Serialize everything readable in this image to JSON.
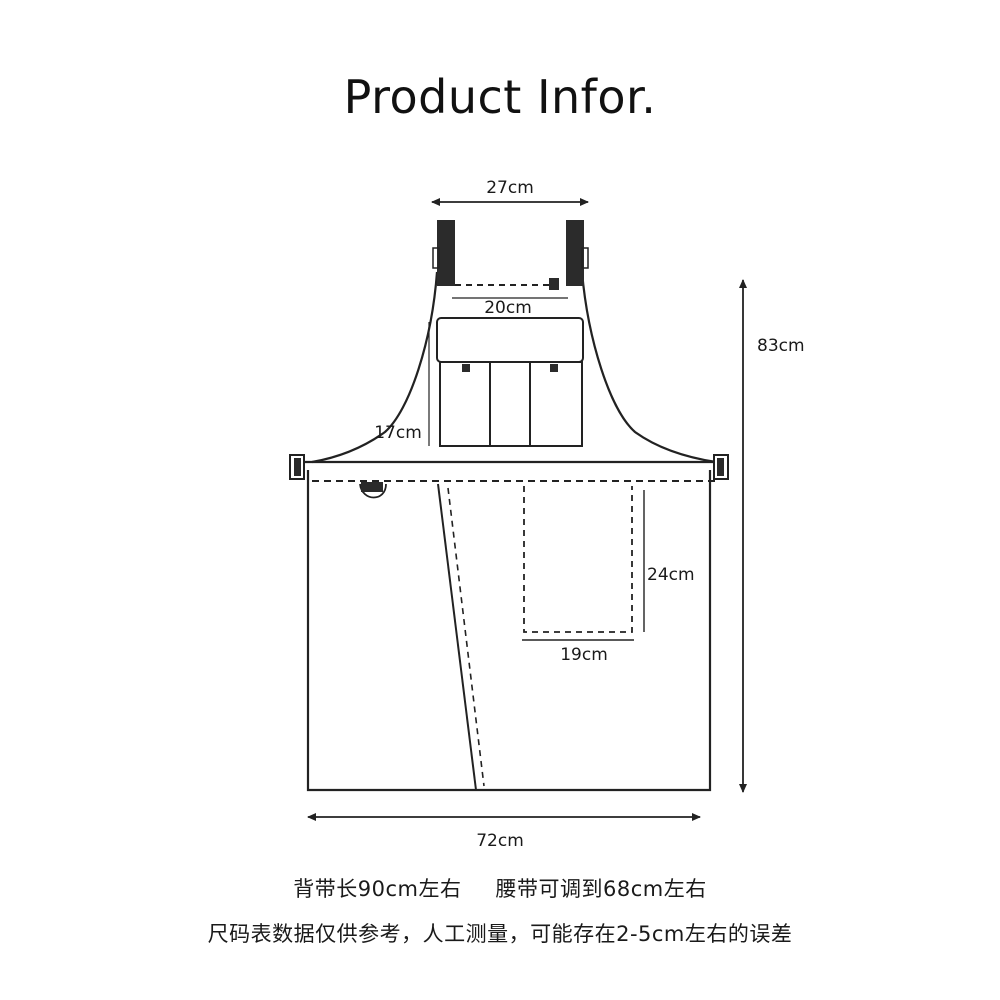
{
  "title": "Product Infor.",
  "dimensions": {
    "bib_top_width": "27cm",
    "bib_inner_width": "20cm",
    "bib_height": "17cm",
    "total_length": "83cm",
    "pocket_height": "24cm",
    "pocket_width": "19cm",
    "bottom_width": "72cm"
  },
  "notes": {
    "strap_length": "背带长90cm左右",
    "waist_adjust": "腰带可调到68cm左右",
    "disclaimer": "尺码表数据仅供参考，人工测量，可能存在2-5cm左右的误差"
  },
  "colors": {
    "line": "#222222",
    "strap": "#2b2b2b",
    "background": "#ffffff"
  }
}
